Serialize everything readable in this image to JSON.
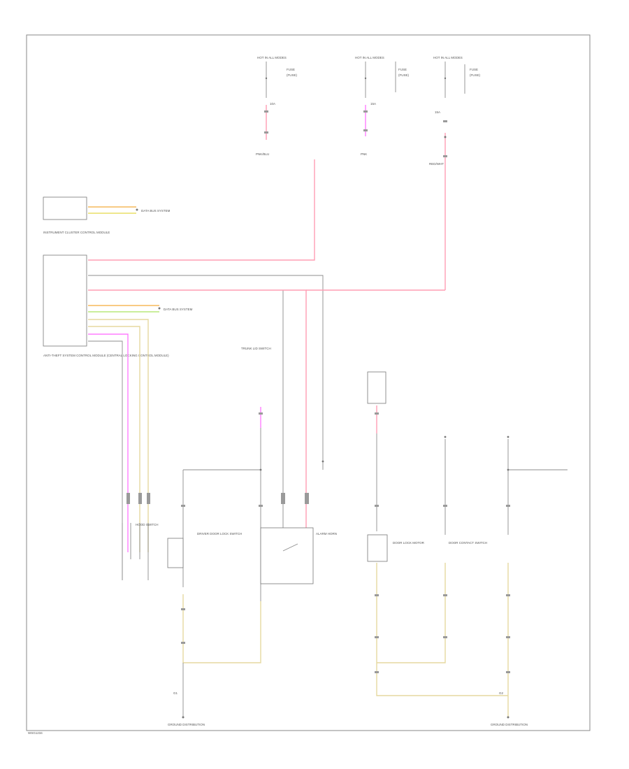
{
  "diagram": {
    "fuse_blocks": [
      {
        "id": "fuse1",
        "hot_at": "HOT IN ALL MODES",
        "label": "FUSE",
        "sub": "(FUSE)",
        "ground_label": "10A",
        "wire_label": "PNK/BLU"
      },
      {
        "id": "fuse2",
        "hot_at": "HOT IN ALL MODES",
        "label": "FUSE",
        "sub": "(FUSE)",
        "ground_label": "15A",
        "wire_label": "PNK"
      },
      {
        "id": "fuse3",
        "hot_at": "HOT IN ALL MODES",
        "label": "FUSE",
        "sub": "(FUSE)",
        "ground_label": "15A",
        "wire_label": "RED/WHT"
      }
    ],
    "modules": {
      "instrument_cluster": {
        "label": "INSTRUMENT CLUSTER CONTROL MODULE",
        "bus": "DATA BUS SYSTEM"
      },
      "security_module": {
        "label": "ANTI-THEFT SYSTEM CONTROL MODULE (CENTRAL LOCKING CONTROL MODULE)",
        "bus": "DATA BUS SYSTEM"
      },
      "hood_switch": {
        "label": "HOOD SWITCH"
      },
      "door_switch": {
        "label": "DRIVER DOOR LOCK SWITCH"
      },
      "trunk_switch": {
        "label": "TRUNK LID SWITCH"
      },
      "alarm_horn": {
        "label": "ALARM HORN"
      },
      "lock_motor": {
        "label": "DOOR LOCK MOTOR"
      },
      "door_contact": {
        "label": "DOOR CONTACT SWITCH"
      }
    },
    "grounds": [
      {
        "label": "GROUND DISTRIBUTION",
        "code": "G1"
      },
      {
        "label": "GROUND DISTRIBUTION",
        "code": "G2"
      }
    ],
    "page_code": "WSG1234"
  }
}
